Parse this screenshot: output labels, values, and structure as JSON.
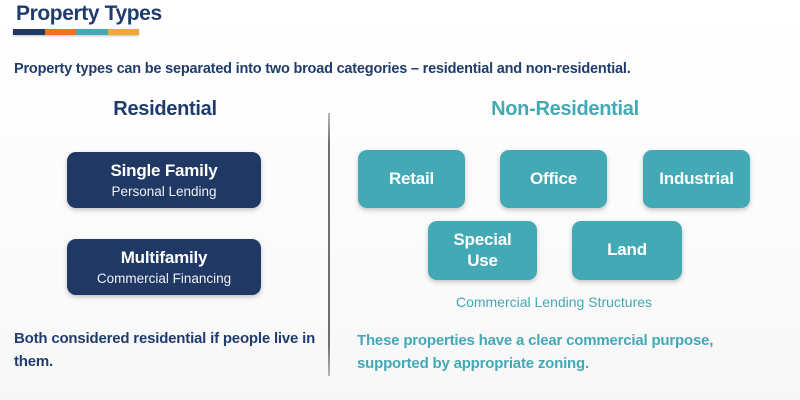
{
  "page": {
    "title": "Property Types",
    "subtitle": "Property types can be separated into two broad categories – residential and non-residential."
  },
  "colors": {
    "navy": "#1F3864",
    "orange": "#F2731A",
    "teal": "#42A9B5",
    "gold": "#EFA836",
    "title_text": "#1F3C6D",
    "divider_gray": "#6E6E6E"
  },
  "residential": {
    "heading": "Residential",
    "cards": [
      {
        "title": "Single Family",
        "subtitle": "Personal Lending"
      },
      {
        "title": "Multifamily",
        "subtitle": "Commercial Financing"
      }
    ],
    "note": "Both considered residential if people live in them."
  },
  "non_residential": {
    "heading": "Non-Residential",
    "cards": [
      "Retail",
      "Office",
      "Industrial",
      "Special Use",
      "Land"
    ],
    "caption": "Commercial Lending Structures",
    "note": "These properties have a clear commercial purpose, supported by appropriate zoning."
  }
}
